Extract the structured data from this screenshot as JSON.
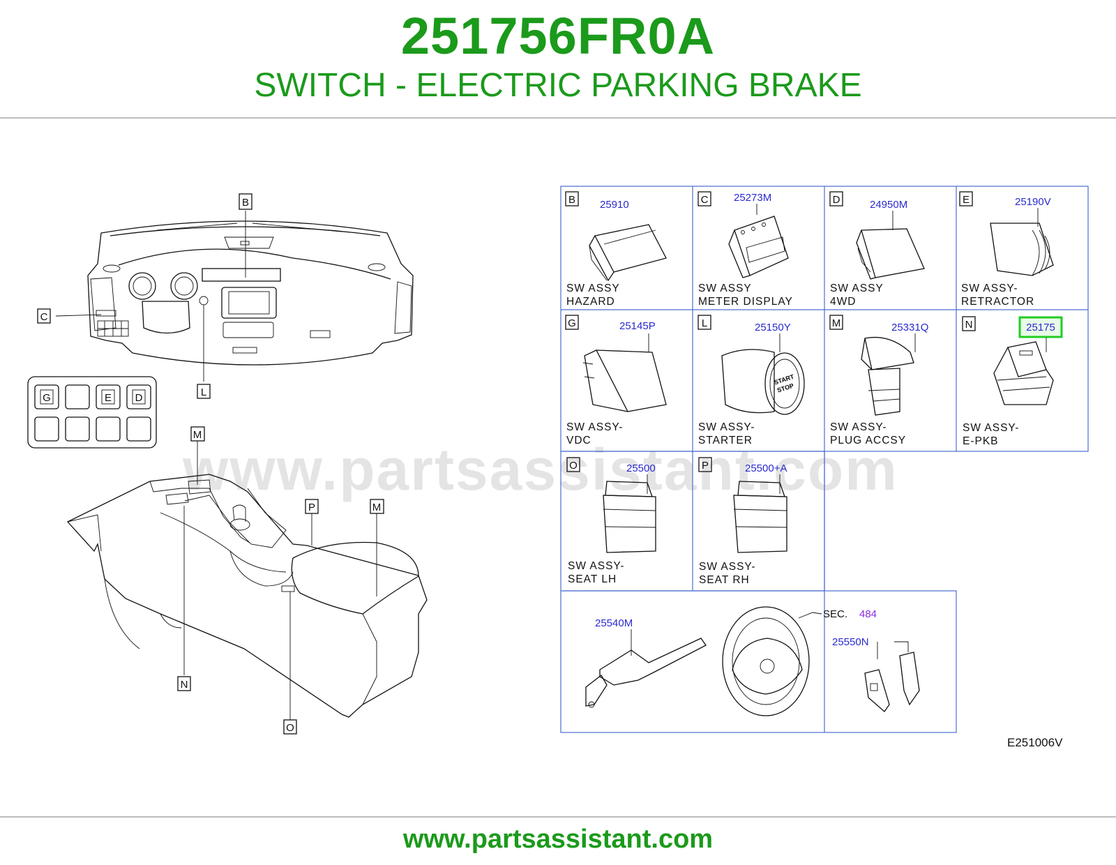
{
  "header": {
    "part_number": "251756FR0A",
    "part_description": "SWITCH - ELECTRIC PARKING BRAKE"
  },
  "overview": {
    "callouts": [
      "B",
      "C",
      "L",
      "M",
      "M",
      "P",
      "N",
      "O"
    ],
    "switch_panel_slots": [
      "G",
      "",
      "E",
      "D",
      "",
      "",
      "",
      ""
    ]
  },
  "cells": [
    {
      "letter": "B",
      "part_no": "25910",
      "line1": "SW   ASSY",
      "line2": "HAZARD"
    },
    {
      "letter": "C",
      "part_no": "25273M",
      "line1": "SW   ASSY",
      "line2": "METER   DISPLAY"
    },
    {
      "letter": "D",
      "part_no": "24950M",
      "line1": "SW   ASSY",
      "line2": "4WD"
    },
    {
      "letter": "E",
      "part_no": "25190V",
      "line1": "SW   ASSY-",
      "line2": "RETRACTOR"
    },
    {
      "letter": "G",
      "part_no": "25145P",
      "line1": "SW   ASSY-",
      "line2": "VDC"
    },
    {
      "letter": "L",
      "part_no": "25150Y",
      "line1": "SW   ASSY-",
      "line2": "STARTER"
    },
    {
      "letter": "M",
      "part_no": "25331Q",
      "line1": "SW   ASSY-",
      "line2": "PLUG   ACCSY"
    },
    {
      "letter": "N",
      "part_no": "25175",
      "line1": "SW   ASSY-",
      "line2": "E-PKB",
      "highlighted": true
    },
    {
      "letter": "O",
      "part_no": "25500",
      "line1": "SW   ASSY-",
      "line2": "SEAT   LH"
    },
    {
      "letter": "P",
      "part_no": "25500+A",
      "line1": "SW   ASSY-",
      "line2": "SEAT   RH"
    }
  ],
  "steering_box": {
    "combo_switch_no": "25540M",
    "sec_label": "SEC.",
    "sec_no": "484",
    "paddle_no": "25550N"
  },
  "ui_strings": {
    "start_line1": "START",
    "start_line2": "STOP"
  },
  "diagram_code": "E251006V",
  "watermark": "www.partsassistant.com",
  "footer": {
    "url": "www.partsassistant.com"
  },
  "colors": {
    "brand_green": "#1b9a1b",
    "part_no_blue": "#2a2ad0",
    "grid_blue": "#4a6fd0",
    "highlight_green": "#22cc22",
    "sec_purple": "#8a2be2"
  }
}
